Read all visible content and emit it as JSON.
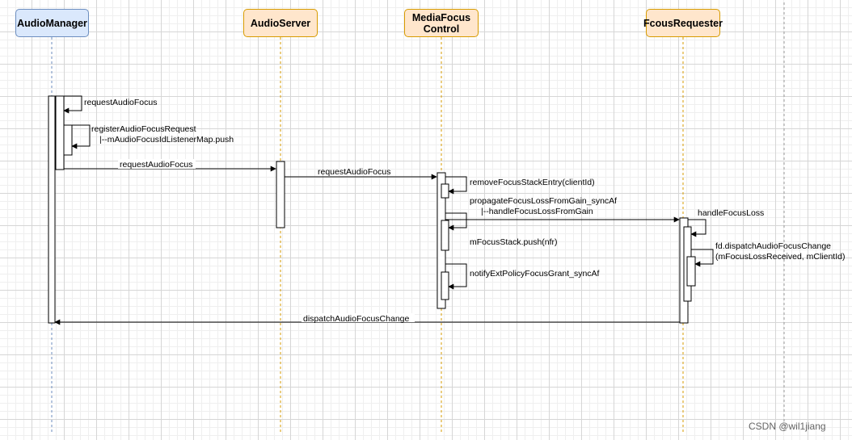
{
  "participants": {
    "audio_manager": "AudioManager",
    "audio_server": "AudioServer",
    "media_focus_control": "MediaFocus\nControl",
    "focus_requester": "FcousRequester"
  },
  "messages": {
    "am_request_self": "requestAudioFocus",
    "am_register_1": "registerAudioFocusRequest",
    "am_register_2": "|--mAudioFocusIdListenerMap.push",
    "am_to_server": "requestAudioFocus",
    "server_to_mfc": "requestAudioFocus",
    "mfc_remove": "removeFocusStackEntry(clientId)",
    "mfc_propagate_1": "propagateFocusLossFromGain_syncAf",
    "mfc_propagate_2": "|--handleFocusLossFromGain",
    "mfc_push": "mFocusStack.push(nfr)",
    "mfc_notify": "notifyExtPolicyFocusGrant_syncAf",
    "fr_handle": "handleFocusLoss",
    "fr_dispatch_1": "fd.dispatchAudioFocusChange",
    "fr_dispatch_2": "(mFocusLossReceived, mClientId)",
    "fr_to_am": "dispatchAudioFocusChange"
  },
  "watermark": "CSDN @wil1jiang",
  "colors": {
    "header_blue_fill": "#dae8fc",
    "header_blue_stroke": "#6c8ebf",
    "header_orange_fill": "#ffe6cc",
    "header_orange_stroke": "#d79b00",
    "lifeline_blue": "#6c8ebf",
    "lifeline_orange": "#d79b00"
  }
}
